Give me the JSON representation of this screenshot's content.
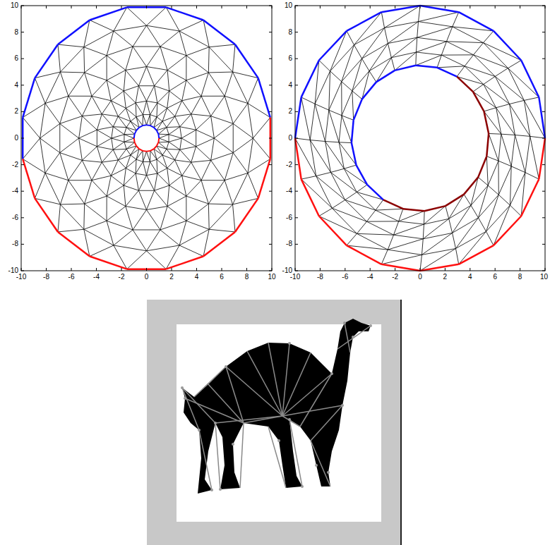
{
  "diagram": {
    "labels": [
      "10",
      "8",
      "6",
      "4",
      "2",
      "0",
      "-2",
      "-4",
      "-6",
      "-8",
      "-10",
      "-10",
      "-8",
      "-6",
      "-4",
      "-2",
      "0",
      "2",
      "4",
      "6",
      "8",
      "10",
      "10",
      "8",
      "6",
      "4",
      "2",
      "0",
      "-2",
      "-4",
      "-6",
      "-8",
      "-10",
      "-10",
      "-8",
      "-6",
      "-4",
      "-2",
      "0",
      "2",
      "4",
      "6",
      "8",
      "10"
    ]
  }
}
